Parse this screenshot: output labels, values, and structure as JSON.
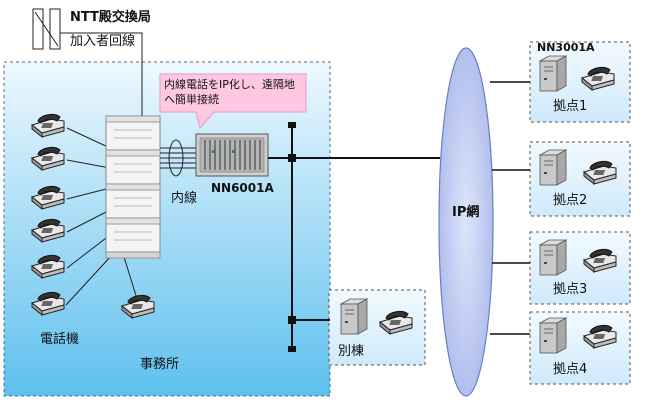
{
  "labels": {
    "ntt_office": "NTT殿交換局",
    "subscriber_line": "加入者回線",
    "callout": "内線電話をIP化し、遠隔地へ簡単接続",
    "extension": "内線",
    "nn6001a": "NN6001A",
    "phones": "電話機",
    "office": "事務所",
    "annex": "別棟",
    "ip_network": "IP網",
    "nn3001a": "NN3001A",
    "site1": "拠点1",
    "site2": "拠点2",
    "site3": "拠点3",
    "site4": "拠点4"
  },
  "colors": {
    "office_fill_top": "#e6f5fd",
    "office_fill_bottom": "#5fc0ee",
    "callout_fill": "#ffc8e2",
    "ellipse_fill": "#bcc9ef",
    "line": "#111111"
  }
}
